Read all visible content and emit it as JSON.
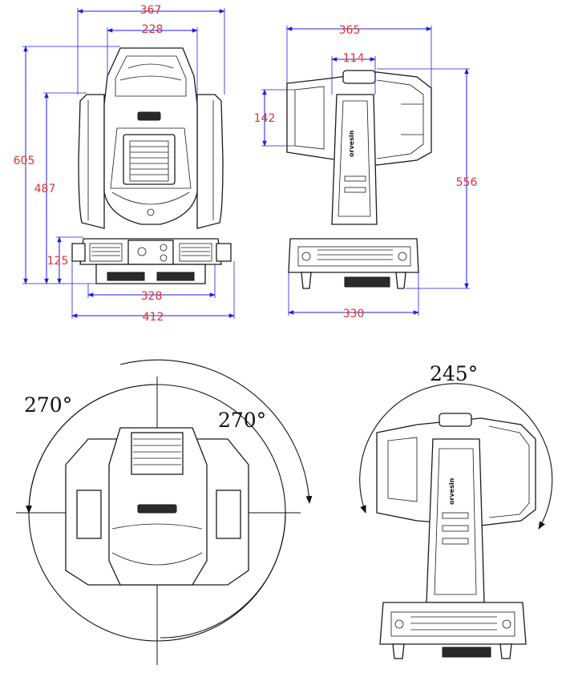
{
  "colors": {
    "dimension_line": "#1e1ee8",
    "dimension_text": "#e03030",
    "outline": "#1a1a1a"
  },
  "front_view": {
    "dims": {
      "top_outer": "367",
      "top_inner": "228",
      "height_total": "605",
      "height_head": "487",
      "height_base": "125",
      "base_inner": "328",
      "base_outer": "412"
    }
  },
  "side_view": {
    "dims": {
      "width_total": "365",
      "arm_width": "114",
      "head_height": "142",
      "height_total": "556",
      "base_width": "330"
    }
  },
  "rotation_views": {
    "pan_left": "270°",
    "pan_right": "270°",
    "tilt": "245°"
  },
  "brand_text": "orvesin"
}
